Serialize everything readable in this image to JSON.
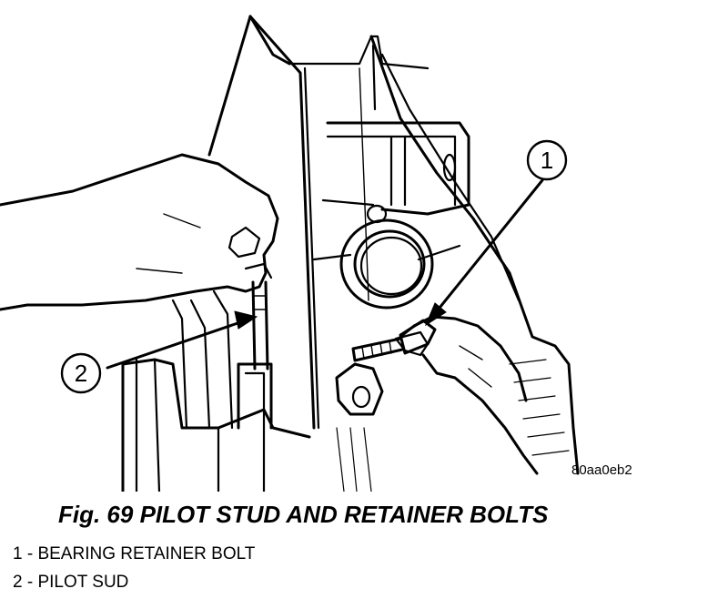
{
  "figure": {
    "code": "80aa0eb2",
    "callouts": [
      {
        "number": "1"
      },
      {
        "number": "2"
      }
    ]
  },
  "caption": "Fig. 69 PILOT STUD AND RETAINER BOLTS",
  "legend": [
    "1 - BEARING RETAINER BOLT",
    "2 - PILOT SUD"
  ]
}
